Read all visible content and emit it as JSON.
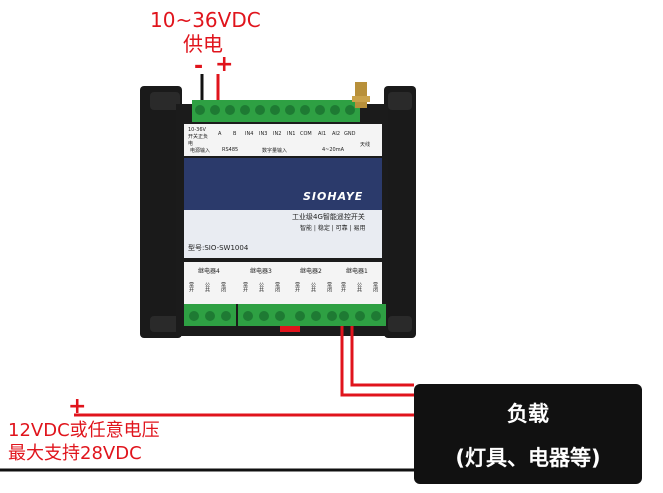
{
  "power": {
    "voltage_label": "10~36VDC",
    "supply_label": "供电",
    "minus_sign": "-",
    "plus_sign": "+"
  },
  "device": {
    "brand": "SIOHAYE",
    "product_name": "工业级4G智能遥控开关",
    "tagline": "智能 | 稳定 | 可靠 | 易用",
    "model": "型号:SIO-SW1004",
    "top_terminal_group_labels": [
      "电源输入",
      "RS485",
      "数字量输入",
      "4~20mA",
      "天线"
    ],
    "top_terminal_pins": [
      "10-36V\n开关正负电",
      "A",
      "B",
      "IN4",
      "IN3",
      "IN2",
      "IN1",
      "COM",
      "AI1",
      "AI2",
      "GND"
    ],
    "relay_labels": [
      "继电器4",
      "继电器3",
      "继电器2",
      "继电器1"
    ],
    "relay_pin_labels": [
      "常开",
      "公共",
      "常闭"
    ]
  },
  "load_wiring": {
    "plus_sign": "+",
    "voltage_line1": "12VDC或任意电压",
    "voltage_line2": "最大支持28VDC"
  },
  "load_box": {
    "title": "负载",
    "subtitle": "(灯具、电器等)"
  },
  "colors": {
    "wire_red": "#e0141c",
    "wire_black": "#111111",
    "terminal_green": "#2ea043",
    "panel_navy": "#2b3a6b",
    "housing_black": "#1b1b1b"
  }
}
